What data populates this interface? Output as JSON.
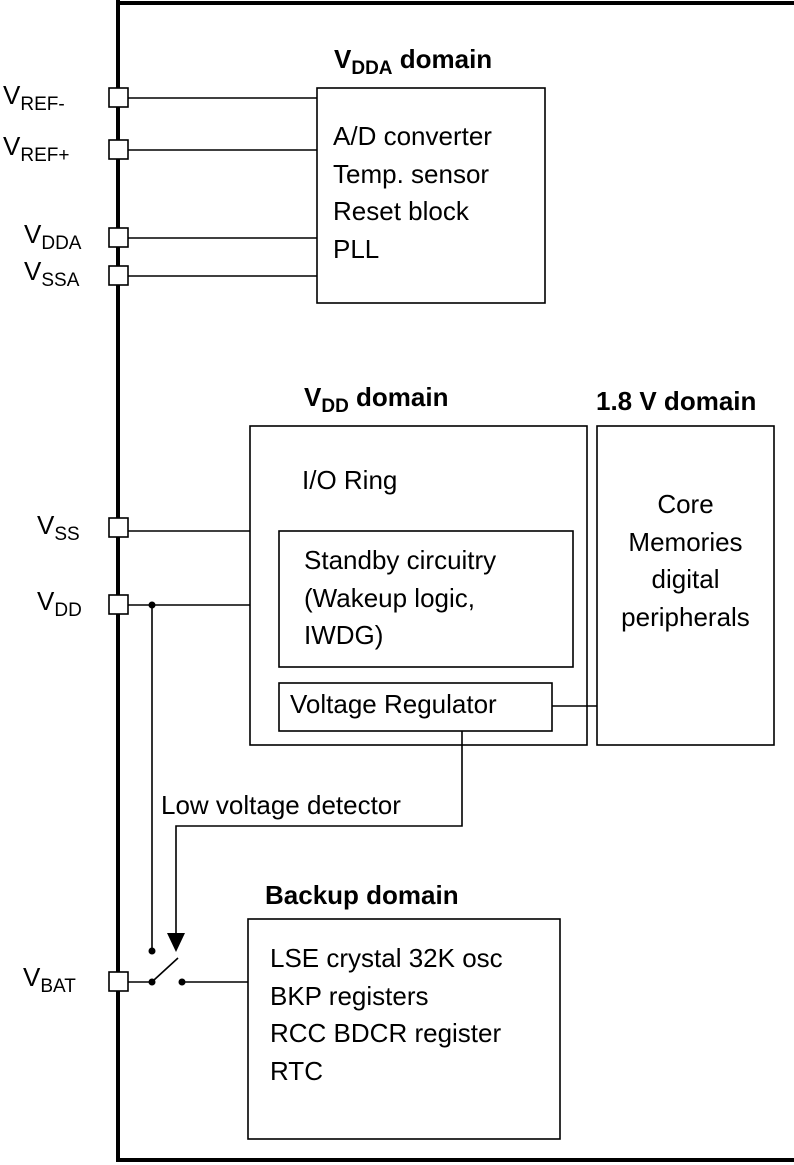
{
  "pins": {
    "vref_minus": {
      "main": "V",
      "sub": "REF-"
    },
    "vref_plus": {
      "main": "V",
      "sub": "REF+"
    },
    "vdda": {
      "main": "V",
      "sub": "DDA"
    },
    "vssa": {
      "main": "V",
      "sub": "SSA"
    },
    "vss": {
      "main": "V",
      "sub": "SS"
    },
    "vdd": {
      "main": "V",
      "sub": "DD"
    },
    "vbat": {
      "main": "V",
      "sub": "BAT"
    }
  },
  "vdda_domain": {
    "title_main": "V",
    "title_sub": "DDA",
    "title_rest": " domain",
    "items": [
      "A/D converter",
      "Temp. sensor",
      "Reset block",
      "PLL"
    ]
  },
  "vdd_domain": {
    "title_main": "V",
    "title_sub": "DD",
    "title_rest": " domain",
    "io_ring": "I/O Ring",
    "standby": [
      "Standby circuitry",
      "(Wakeup logic,",
      "IWDG)"
    ],
    "regulator": "Voltage Regulator"
  },
  "v18_domain": {
    "title": "1.8 V domain",
    "items": [
      "Core",
      "Memories",
      "digital",
      "peripherals"
    ]
  },
  "low_voltage_detector": "Low voltage detector",
  "backup_domain": {
    "title": "Backup domain",
    "items": [
      "LSE crystal 32K osc",
      "BKP registers",
      "RCC BDCR register",
      "RTC"
    ]
  }
}
